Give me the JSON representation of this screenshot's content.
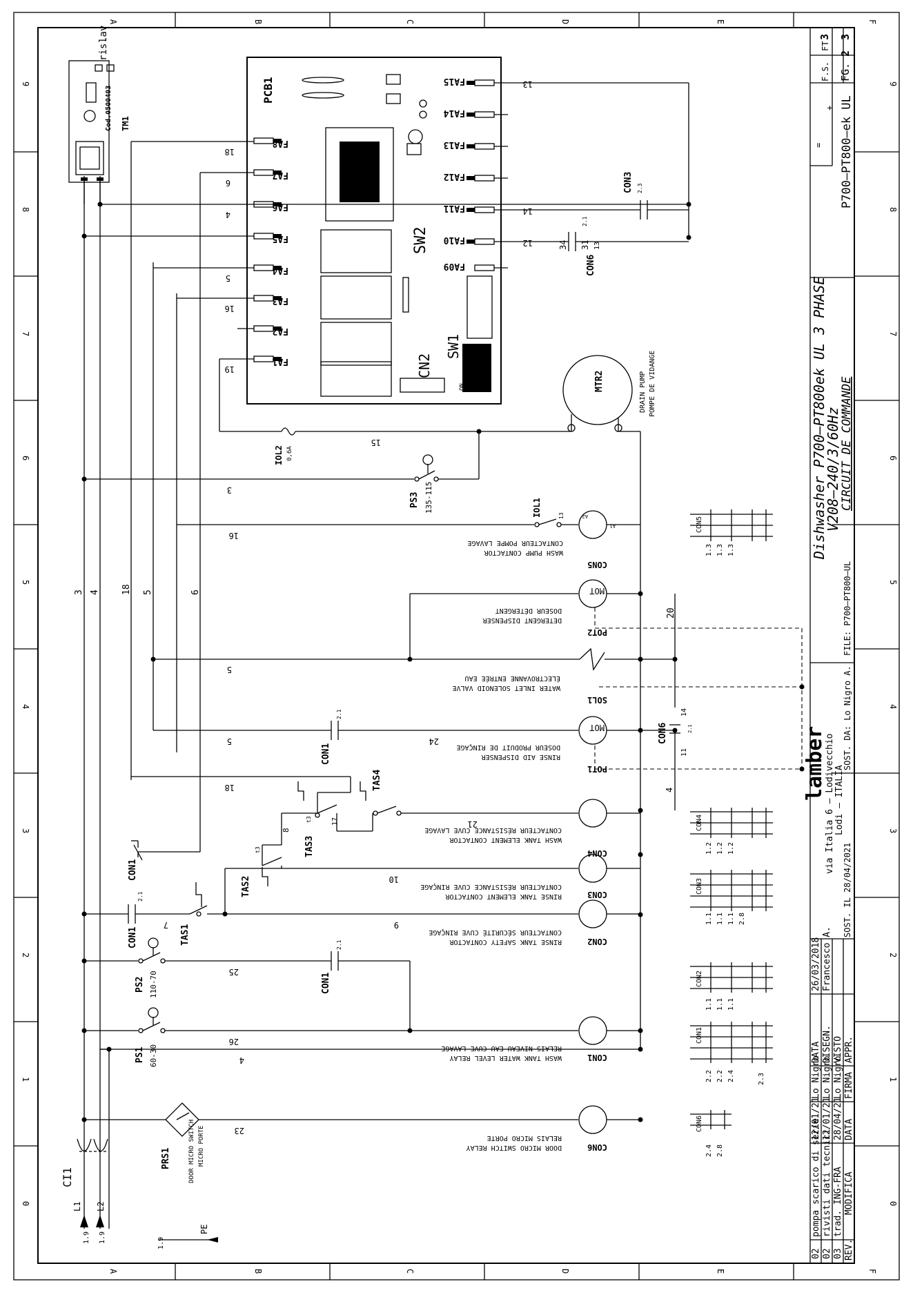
{
  "frame": {
    "letters": [
      "A",
      "B",
      "C",
      "D",
      "E",
      "F"
    ],
    "numbers": [
      "0",
      "1",
      "2",
      "3",
      "4",
      "5",
      "6",
      "7",
      "8",
      "9"
    ]
  },
  "supply": {
    "L1": "L1",
    "L2": "L2",
    "PE": "PE",
    "ref": "1.9",
    "breaker": "CI1"
  },
  "wires": {
    "w3": "3",
    "w4": "4",
    "w18": "18",
    "w5": "5",
    "w6": "6",
    "w16": "16",
    "w19": "19",
    "w15": "15",
    "w13": "13",
    "w14": "14",
    "w12": "12",
    "w20": "20",
    "w24": "24",
    "w21": "21",
    "w10": "10",
    "w9": "9",
    "w7": "7",
    "w8": "8",
    "w17": "17",
    "w25": "25",
    "w26": "26",
    "w23": "23",
    "w34": "34",
    "w31": "31",
    "w11": "11"
  },
  "pcb": {
    "name": "PCB1",
    "sw1": "SW1",
    "sw2": "SW2",
    "cn2": "CN2",
    "on": "ON",
    "left_faston": [
      "FA8",
      "FA7",
      "FA6",
      "FA5",
      "FA4",
      "FA3",
      "FA2",
      "FA1"
    ],
    "right_faston": [
      "FA15",
      "FA14",
      "FA13",
      "FA12",
      "FA11",
      "FA10",
      "FA09"
    ]
  },
  "timer": {
    "name": "TM1",
    "code": "Cod.0500403",
    "ris": "ris.",
    "lav": "lav"
  },
  "components": {
    "CON3_cap": "CON3",
    "CON6_cap": "CON6",
    "cap_val": "2.1",
    "c23": "2.3",
    "MTR2": "MTR2",
    "drain_en": "DRAIN PUMP",
    "drain_fr": "POMPE DE VIDANGE",
    "IOL2": "IOL2",
    "IOL2_val": "0,6A",
    "PS3": "PS3",
    "PS3_range": "135-115",
    "IOL1": "IOL1",
    "IOL1_c": "13",
    "CON5": "CON5",
    "CON5_en": "WASH PUMP CONTACTOR",
    "CON5_fr": "CONTACTEUR POMPE LAVAGE",
    "POT2": "POT2",
    "POT2_en": "DETERGENT DISPENSER",
    "POT2_fr": "DOSEUR DÉTERGENT",
    "SOL1": "SOL1",
    "SOL1_en": "WATER INLET SOLENOID VALVE",
    "SOL1_fr": "ÉLECTROVANNE ENTRÉE EAU",
    "POT1": "POT1",
    "POT1_en": "RINSE AID DISPENSER",
    "POT1_fr": "DOSEUR PRODUIT DE RINÇAGE",
    "MOT": "MOT",
    "CON1": "CON1",
    "TAS4": "TAS4",
    "TAS3": "TAS3",
    "TAS2": "TAS2",
    "TAS1": "TAS1",
    "tas_c": "t3",
    "CON4": "CON4",
    "CON4_en": "WASH TANK ELEMENT CONTACTOR",
    "CON4_fr": "CONTACTEUR RÉSISTANCE CUVE LAVAGE",
    "CON3": "CON3",
    "CON3_en": "RINSE TANK ELEMENT CONTACTOR",
    "CON3_fr": "CONTACTEUR RÉSISTANCE CUVE RINÇAGE",
    "CON2": "CON2",
    "CON2_en": "RINSE TANK SAFETY CONTACTOR",
    "CON2_fr": "CONTACTEUR SÉCURITÉ CUVE RINÇAGE",
    "PS2": "PS2",
    "PS2_range": "110-70",
    "PS1": "PS1",
    "PS1_range": "60-30",
    "CON1coil_en": "WASH TANK WATER LEVEL RELAY",
    "CON1coil_fr": "RELAIS NIVEAU EAU CUVE LAVAGE",
    "CON6": "CON6",
    "CON6_en": "DOOR MICRO SWITCH RELAY",
    "CON6_fr": "RELAIS MICRO PORTE",
    "PRS1": "PRS1",
    "PRS1_en": "DOOR MICRO SWITCH",
    "PRS1_fr": "MICRO PORTE",
    "A1": "A1",
    "A2": "A2"
  },
  "contact_refs": {
    "CON5": [
      "1.3",
      "1.3",
      "1.3"
    ],
    "CON4": [
      "1.2",
      "1.2",
      "1.2"
    ],
    "CON3": [
      "1.1",
      "1.1",
      "1.1",
      "2.8"
    ],
    "CON2": [
      "1.1",
      "1.1",
      "1.1"
    ],
    "CON1": [
      "2.2",
      "2.2",
      "2.4",
      "2.3"
    ],
    "CON6": [
      "2.4",
      "2.8"
    ]
  },
  "title_block": {
    "title1": "Dishwasher P700–PT800ek UL 3 PHASE",
    "title2": "V208–240/3/60Hz",
    "subtitle": "CIRCUIT DE COMMANDE",
    "file": "FILE: P700–PT800–UL",
    "code": "P700–PT800–ek UL",
    "fg_label": "FG.",
    "fg": "2",
    "ft_label": "FT",
    "ft": "3",
    "fs_label": "F.S.",
    "fs": "3",
    "eq": "=",
    "plus": "+",
    "brand": "lamber",
    "addr1": "via Italia 6 – Lodivecchio",
    "addr2": "Lodi – ITALIA",
    "sost_il": "SOST. IL 28/04/2021",
    "sost_da": "SOST. DA: Lo Nigro A.",
    "data_label": "DATA",
    "data": "26/03/2018",
    "disegn_label": "DISEGN.",
    "disegn": "Francesco A.",
    "visto": "VISTO",
    "appr": "APPR.",
    "rev_header": {
      "rev": "REV.",
      "mod": "MODIFICA",
      "data": "DATA",
      "firma": "FIRMA"
    },
    "revisions": [
      {
        "rev": "02",
        "mod": "pompa scarico di serie",
        "data": "12/01/21",
        "firma": "Lo Nigro"
      },
      {
        "rev": "02",
        "mod": "rivisti dati tecnici",
        "data": "12/01/21",
        "firma": "Lo Nigro"
      },
      {
        "rev": "03",
        "mod": "trad. ING-FRA",
        "data": "28/04/21",
        "firma": "Lo Nigro"
      }
    ]
  }
}
